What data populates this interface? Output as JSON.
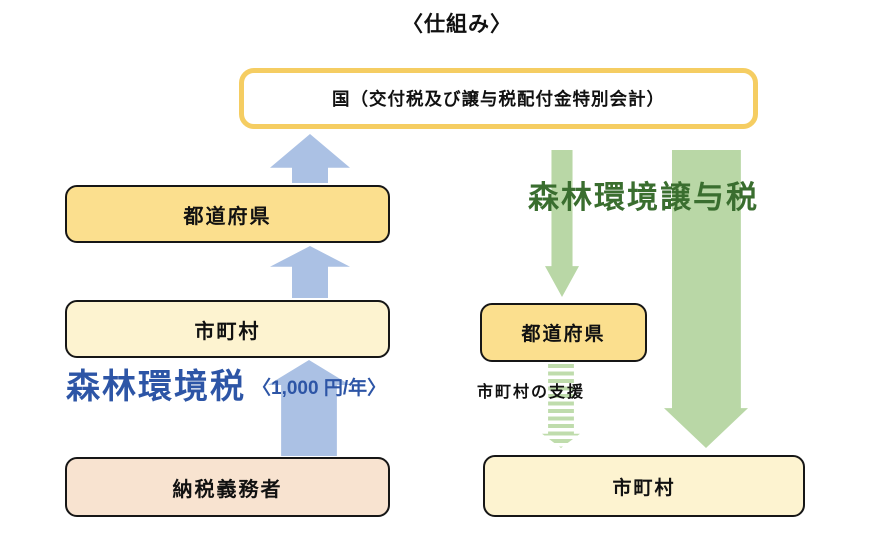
{
  "title": "〈仕組み〉",
  "colors": {
    "box-border": "#161616",
    "gold": "#F5CD62",
    "pref-fill": "#FBDF8E",
    "muni-fill": "#FDF3D0",
    "payer-fill": "#F8E3D0",
    "blue-arrow": "#ABC1E4",
    "green-arrow": "#B9D7A6",
    "green-dashed": "#BFDCAC",
    "tax-blue": "#2D55A6",
    "tax-green": "#3A6E2F"
  },
  "national": {
    "label": "国（交付税及び譲与税配付金特別会計）"
  },
  "left_flow": {
    "prefecture": "都道府県",
    "municipality": "市町村",
    "taxpayer": "納税義務者",
    "tax_label": "森林環境税",
    "tax_amount": "〈1,000 円/年〉"
  },
  "right_flow": {
    "transfer_tax_label": "森林環境譲与税",
    "prefecture": "都道府県",
    "support_label": "市町村の支援",
    "municipality": "市町村"
  }
}
